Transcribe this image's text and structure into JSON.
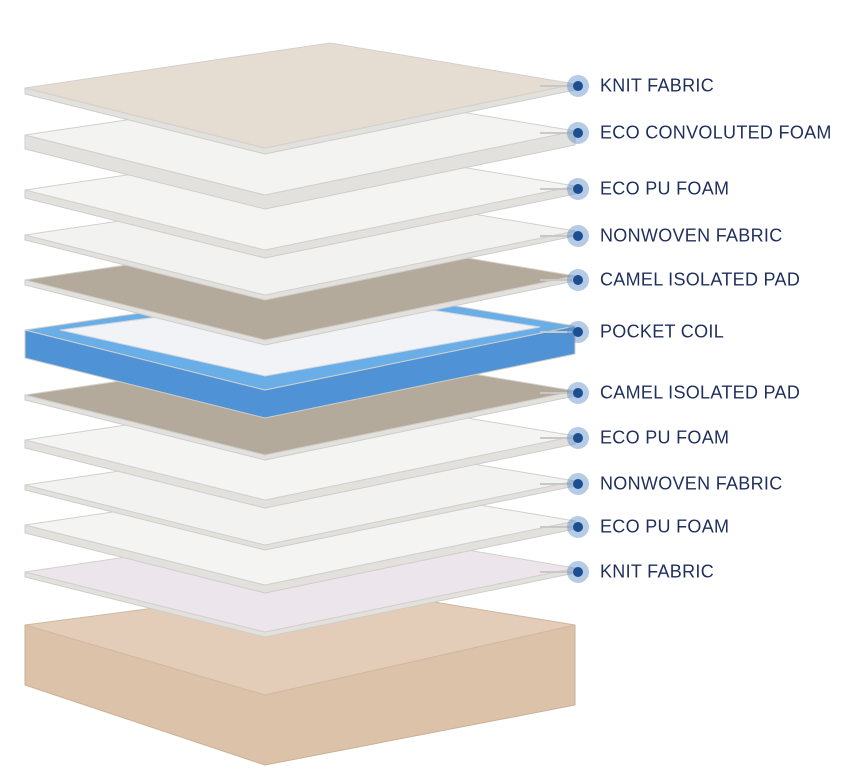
{
  "layers": [
    {
      "label": "KNIT FABRIC",
      "color": "#e6ddd2"
    },
    {
      "label": "ECO CONVOLUTED FOAM",
      "color": "#f3f3f1"
    },
    {
      "label": "ECO PU FOAM",
      "color": "#f4f4f2"
    },
    {
      "label": "NONWOVEN FABRIC",
      "color": "#f2f2f0"
    },
    {
      "label": "CAMEL ISOLATED PAD",
      "color": "#b3aa9c"
    },
    {
      "label": "POCKET COIL",
      "color": "#6aaee8"
    },
    {
      "label": "CAMEL ISOLATED PAD",
      "color": "#b3aa9c"
    },
    {
      "label": "ECO PU FOAM",
      "color": "#f4f4f2"
    },
    {
      "label": "NONWOVEN FABRIC",
      "color": "#f2f2f0"
    },
    {
      "label": "ECO PU FOAM",
      "color": "#f4f4f2"
    },
    {
      "label": "KNIT FABRIC",
      "color": "#ece6ec"
    }
  ],
  "base": {
    "color": "#e3cdb8"
  }
}
